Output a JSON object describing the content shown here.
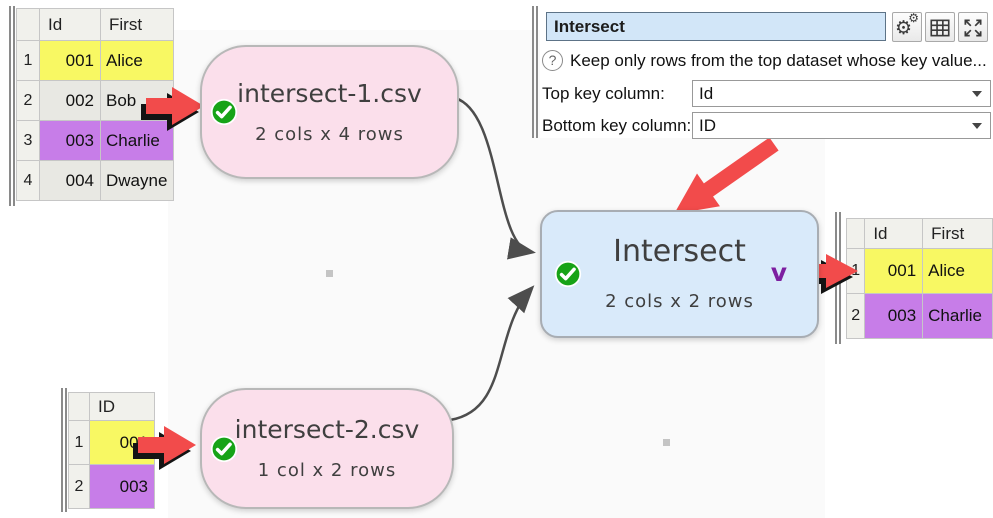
{
  "colors": {
    "canvas_bg": "#fafafa",
    "input_node_bg": "#fbdfeb",
    "transform_node_bg": "#d9eafa",
    "check_green": "#17a317",
    "arrow_red": "#f24b4b",
    "connector_gray": "#4d4d4d",
    "highlight_yellow": "#f8f863",
    "highlight_purple": "#c77de8",
    "row_default": "#e8e8e3",
    "title_field_bg": "#d2e6f8",
    "chevron_purple": "#7d1fa0"
  },
  "panel": {
    "title_value": "Intersect",
    "help_icon": "?",
    "description": "Keep only rows from the top dataset whose key value...",
    "icons": [
      "gear",
      "data-grid",
      "expand"
    ],
    "fields": [
      {
        "label": "Top key column:",
        "value": "Id"
      },
      {
        "label": "Bottom key column:",
        "value": "ID"
      }
    ]
  },
  "nodes": {
    "input1": {
      "title": "intersect-1.csv",
      "subtitle": "2 cols x 4 rows",
      "status": "ok"
    },
    "input2": {
      "title": "intersect-2.csv",
      "subtitle": "1 col x 2 rows",
      "status": "ok"
    },
    "transform": {
      "title": "Intersect",
      "subtitle": "2 cols x 2 rows",
      "status": "ok",
      "chevron": "v"
    }
  },
  "tables": {
    "source_top": {
      "headers": [
        "Id",
        "First"
      ],
      "rows": [
        {
          "num": "1",
          "id": "001",
          "first": "Alice",
          "bg": "#f8f863"
        },
        {
          "num": "2",
          "id": "002",
          "first": "Bob",
          "bg": "#e8e8e3"
        },
        {
          "num": "3",
          "id": "003",
          "first": "Charlie",
          "bg": "#c77de8"
        },
        {
          "num": "4",
          "id": "004",
          "first": "Dwayne",
          "bg": "#e8e8e3"
        }
      ]
    },
    "source_bottom": {
      "headers": [
        "ID"
      ],
      "rows": [
        {
          "num": "1",
          "id": "001",
          "bg": "#f8f863"
        },
        {
          "num": "2",
          "id": "003",
          "bg": "#c77de8"
        }
      ]
    },
    "output": {
      "headers": [
        "Id",
        "First"
      ],
      "rows": [
        {
          "num": "1",
          "id": "001",
          "first": "Alice",
          "bg": "#f8f863"
        },
        {
          "num": "2",
          "id": "003",
          "first": "Charlie",
          "bg": "#c77de8"
        }
      ]
    }
  }
}
